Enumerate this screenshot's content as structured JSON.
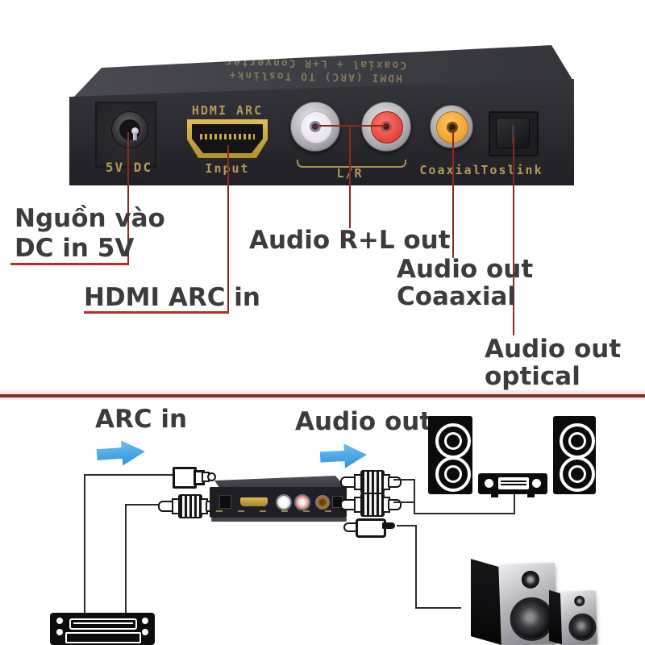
{
  "device": {
    "top_text": {
      "line1": "HDMI (ARC) TO Toslink+",
      "line2": "Coaxial + L+R Converter"
    },
    "ports": {
      "dc": "5V DC",
      "hdmi_top": "HDMI ARC",
      "hdmi_bottom": "Input",
      "rca_pair": "L/R",
      "coaxial": "Coaxial",
      "toslink": "Toslink"
    }
  },
  "callouts": {
    "power": {
      "line1": "Nguồn vào",
      "line2": "DC in 5V"
    },
    "hdmi": {
      "line1": "HDMI ARC in"
    },
    "rca": {
      "line1": "Audio R+L out"
    },
    "coaxial": {
      "line1": "Audio out",
      "line2": "Coaaxial"
    },
    "optical": {
      "line1": "Audio out",
      "line2": "optical"
    }
  },
  "diagram": {
    "arc_in_label": "ARC in",
    "audio_out_label": "Audio out"
  },
  "colors": {
    "callout_line": "#8b2a1f",
    "underline_red": "#c62a1a",
    "divider_line": "#7b3222",
    "divider_glow": "#fce7ee",
    "arrow_blue": "#38a3e8",
    "port_label_gold": "#b49a58",
    "label_text": "#3c3c3c",
    "connector_line": "#2b2b2b"
  }
}
